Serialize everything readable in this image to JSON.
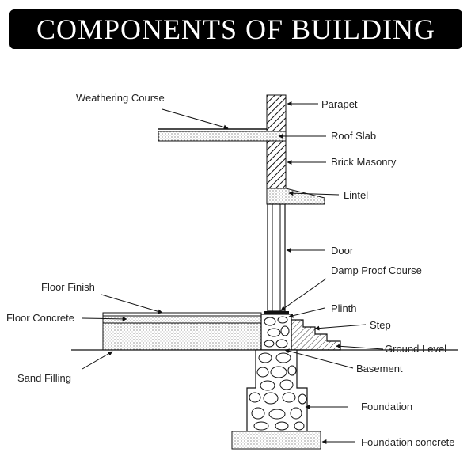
{
  "title": "COMPONENTS OF BUILDING",
  "labels": {
    "weathering_course": "Weathering Course",
    "parapet": "Parapet",
    "roof_slab": "Roof Slab",
    "brick_masonry": "Brick Masonry",
    "lintel": "Lintel",
    "door": "Door",
    "damp_proof_course": "Damp Proof Course",
    "floor_finish": "Floor Finish",
    "plinth": "Plinth",
    "floor_concrete": "Floor Concrete",
    "step": "Step",
    "ground_level": "Ground Level",
    "basement": "Basement",
    "sand_filling": "Sand Filling",
    "foundation": "Foundation",
    "foundation_concrete": "Foundation concrete"
  }
}
